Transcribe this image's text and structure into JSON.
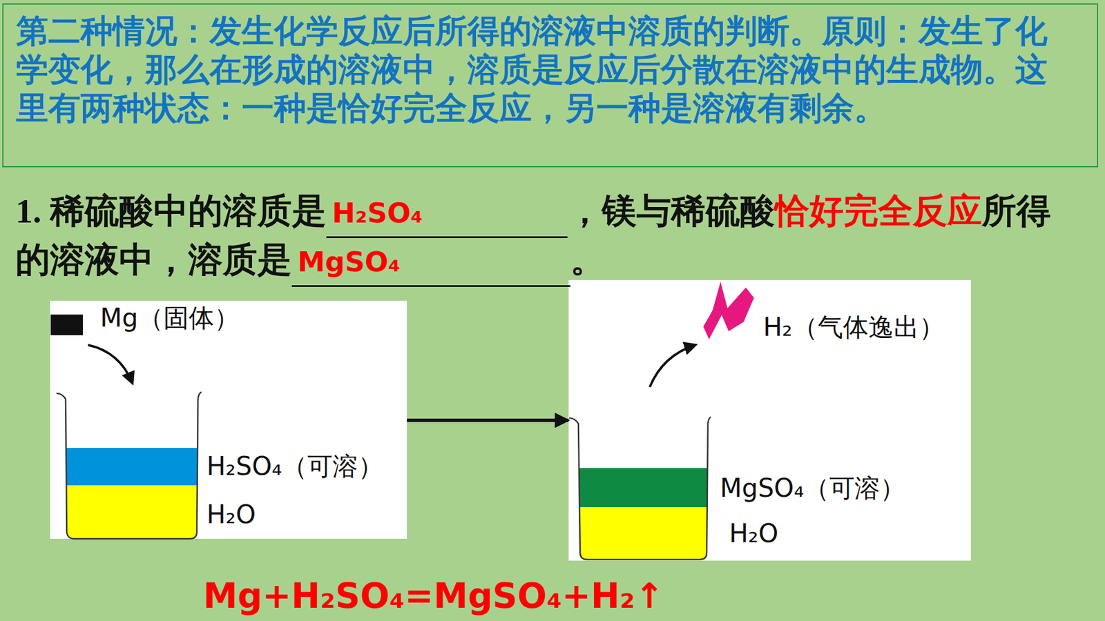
{
  "diagram": {
    "nodes": [
      {
        "text": [
          "第二种情况：发生化学反应后所得的溶液中溶质的判断。原则：发生了化学变化，那么在形成的溶液中，溶质是反应后分散在溶液中的生成物。这里有两种状态：一种是恰好完全反应，另一种是溶液有剩余。"
        ]
      },
      {
        "text": [
          "Mg（固体）",
          "H₂SO₄（可溶）",
          "H₂O"
        ]
      },
      {
        "text": [
          "H₂（气体逸出）",
          "MgSO₄（可溶）",
          "H₂O"
        ]
      }
    ],
    "edges": [
      {
        "from": 1,
        "to": 2,
        "arrow": "to"
      }
    ],
    "labels": [
      "1. 稀硫酸中的溶质是",
      "H₂SO₄",
      "，镁与稀硫酸",
      "恰好完全反应",
      "所得的溶液中，溶质是",
      "MgSO₄",
      "。",
      "Mg+H₂SO₄=MgSO₄+H₂↑"
    ]
  }
}
